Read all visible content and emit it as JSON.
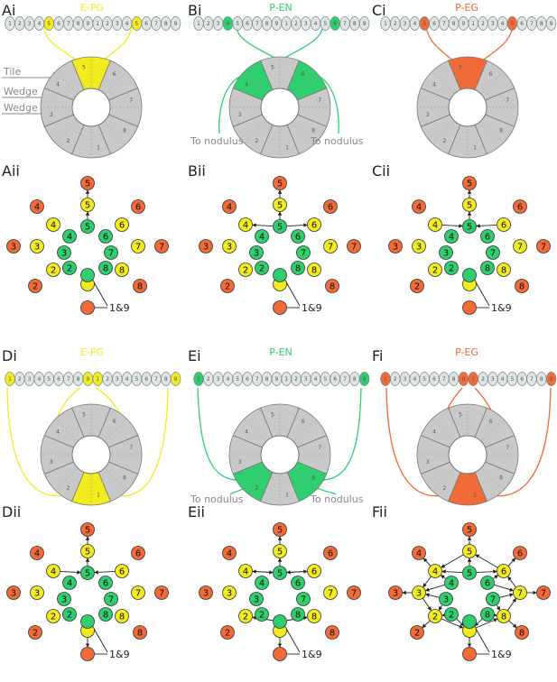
{
  "colors": {
    "yellow": "#f2ec1f",
    "green": "#2fce6e",
    "orange": "#f26a35",
    "gray": "#c9c9c9",
    "dark_gray": "#8f8f8f",
    "bead": "#dfe5e5",
    "annotation": "#8a8a8a"
  },
  "panel_labels": {
    "ai": "Ai",
    "bi": "Bi",
    "ci": "Ci",
    "aii": "Aii",
    "bii": "Bii",
    "cii": "Cii",
    "di": "Di",
    "ei": "Ei",
    "fi": "Fi",
    "dii": "Dii",
    "eii": "Eii",
    "fii": "Fii"
  },
  "panel_titles": {
    "ai": "E-PG",
    "bi": "P-EN",
    "ci": "P-EG",
    "di": "E-PG",
    "ei": "P-EN",
    "fi": "P-EG"
  },
  "annotations": {
    "tile": "Tile",
    "wedge1": "Wedge",
    "wedge2": "Wedge",
    "to_nodulus_b1": "To nodulus",
    "to_nodulus_b2": "To nodulus",
    "to_nodulus_e1": "To nodulus",
    "to_nodulus_e2": "To nodulus"
  },
  "bridge_sequence": [
    "1",
    "2",
    "3",
    "4",
    "5",
    "6",
    "7",
    "8",
    "9",
    "1",
    "2",
    "3",
    "4",
    "5",
    "6",
    "7",
    "8",
    "9"
  ],
  "wedge_numbers": [
    "1",
    "2",
    "3",
    "4",
    "5",
    "6",
    "7",
    "8"
  ],
  "diagram_node_labels": [
    "2",
    "3",
    "4",
    "5",
    "6",
    "7",
    "8"
  ],
  "label_1_9": "1&9"
}
